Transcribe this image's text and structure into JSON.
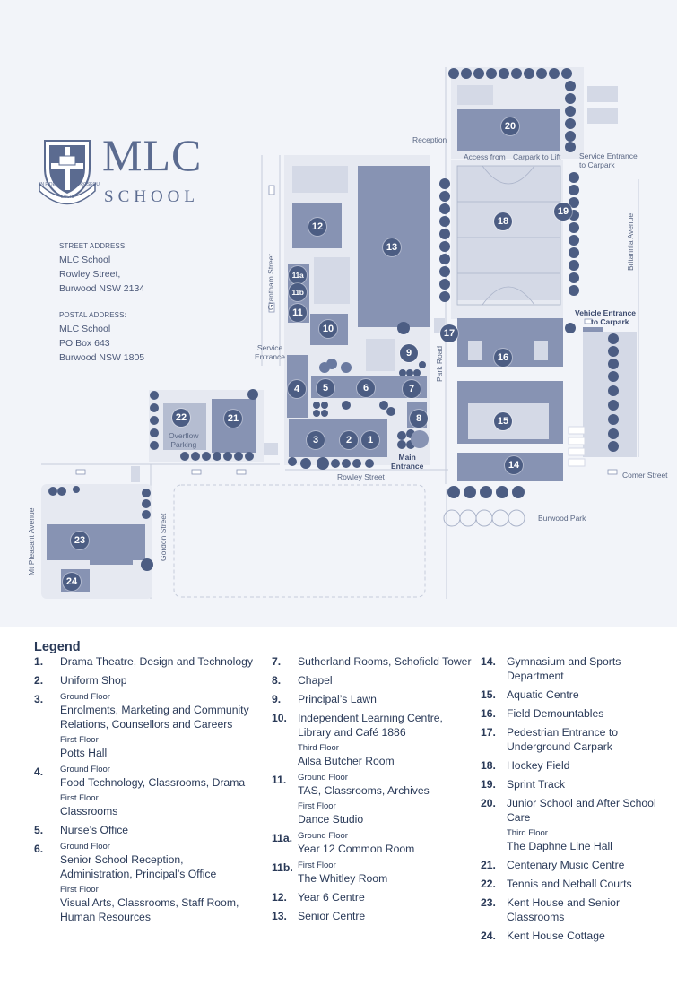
{
  "logo": {
    "title": "MLC",
    "subtitle": "SCHOOL",
    "crest_text": [
      "IN FIDE",
      "LUCIS",
      "PROSEQUI"
    ]
  },
  "street_address": {
    "heading": "STREET ADDRESS:",
    "lines": [
      "MLC School",
      "Rowley Street,",
      "Burwood NSW 2134"
    ]
  },
  "postal_address": {
    "heading": "POSTAL ADDRESS:",
    "lines": [
      "MLC School",
      "PO Box 643",
      "Burwood NSW 1805"
    ]
  },
  "map_labels": {
    "reception": "Reception",
    "access_from": "Access from",
    "carpark_to_lift": "Carpark to Lift",
    "service_entrance_carpark": [
      "Service Entrance",
      "to Carpark"
    ],
    "britannia_avenue": "Britannia Avenue",
    "grantham_street": "Grantham Street",
    "service_entrance": [
      "Service",
      "Entrance"
    ],
    "vehicle_entrance": [
      "Vehicle Entrance",
      "to Carpark"
    ],
    "park_road": "Park Road",
    "overflow_parking": [
      "Overflow",
      "Parking"
    ],
    "main_entrance": [
      "Main",
      "Entrance"
    ],
    "rowley_street": "Rowley Street",
    "corner_street": "Comer Street",
    "burwood_park": "Burwood Park",
    "gordon_street": "Gordon Street",
    "mt_pleasant_avenue": "Mt Pleasant Avenue"
  },
  "markers": [
    "1",
    "2",
    "3",
    "4",
    "5",
    "6",
    "7",
    "8",
    "9",
    "10",
    "11",
    "11a",
    "11b",
    "12",
    "13",
    "14",
    "15",
    "16",
    "17",
    "18",
    "19",
    "20",
    "21",
    "22",
    "23",
    "24"
  ],
  "legend": {
    "title": "Legend",
    "col1": [
      {
        "num": "1.",
        "label": "Drama Theatre, Design and Technology"
      },
      {
        "num": "2.",
        "label": "Uniform Shop"
      },
      {
        "num": "3.",
        "sub1": "Ground Floor",
        "label": "Enrolments, Marketing and Community Relations, Counsellors and Careers",
        "sub2": "First Floor",
        "label2": "Potts Hall"
      },
      {
        "num": "4.",
        "sub1": "Ground Floor",
        "label": "Food Technology, Classrooms, Drama",
        "sub2": "First Floor",
        "label2": "Classrooms"
      },
      {
        "num": "5.",
        "label": "Nurse’s Office"
      },
      {
        "num": "6.",
        "sub1": "Ground Floor",
        "label": "Senior School Reception, Administration, Principal’s Office",
        "sub2": "First Floor",
        "label2": "Visual Arts, Classrooms, Staff Room, Human Resources"
      }
    ],
    "col2": [
      {
        "num": "7.",
        "label": "Sutherland Rooms, Schofield Tower"
      },
      {
        "num": "8.",
        "label": "Chapel"
      },
      {
        "num": "9.",
        "label": "Principal’s Lawn"
      },
      {
        "num": "10.",
        "label": "Independent Learning Centre, Library and Café 1886",
        "sub2": "Third Floor",
        "label2": "Ailsa Butcher Room"
      },
      {
        "num": "11.",
        "sub1": "Ground Floor",
        "label": "TAS, Classrooms, Archives",
        "sub2": "First Floor",
        "label2": "Dance Studio"
      },
      {
        "num": "11a.",
        "sub1": "Ground Floor",
        "label": "Year 12 Common Room"
      },
      {
        "num": "11b.",
        "sub1": "First Floor",
        "label": "The Whitley Room"
      },
      {
        "num": "12.",
        "label": "Year 6 Centre"
      },
      {
        "num": "13.",
        "label": "Senior Centre"
      }
    ],
    "col3": [
      {
        "num": "14.",
        "label": "Gymnasium and Sports Department"
      },
      {
        "num": "15.",
        "label": "Aquatic Centre"
      },
      {
        "num": "16.",
        "label": "Field Demountables"
      },
      {
        "num": "17.",
        "label": "Pedestrian Entrance to Underground Carpark"
      },
      {
        "num": "18.",
        "label": "Hockey Field"
      },
      {
        "num": "19.",
        "label": "Sprint Track"
      },
      {
        "num": "20.",
        "label": "Junior School and After School Care",
        "sub2": "Third Floor",
        "label2": "The Daphne Line Hall"
      },
      {
        "num": "21.",
        "label": "Centenary Music Centre"
      },
      {
        "num": "22.",
        "label": "Tennis and Netball Courts"
      },
      {
        "num": "23.",
        "label": "Kent House and Senior Classrooms"
      },
      {
        "num": "24.",
        "label": "Kent House Cottage"
      }
    ]
  },
  "colors": {
    "marker": "#4c5d83",
    "building": "#8793b3",
    "building_light": "#d4d9e6",
    "tree": "#4c5d83",
    "ground": "#f2f4f9"
  }
}
